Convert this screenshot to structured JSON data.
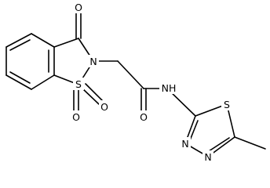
{
  "molecule": {
    "atom_labels": {
      "o_ketone": "O",
      "n_ring": "N",
      "s_sulfonyl": "S",
      "o_sulfonyl_1": "O",
      "o_sulfonyl_2": "O",
      "o_amide": "O",
      "n_amide": "N",
      "h_amide": "H",
      "s_thiadiazole": "S",
      "n_thiadiazole_1": "N",
      "n_thiadiazole_2": "N"
    }
  },
  "colors": {
    "bond": "#000000",
    "text": "#000000",
    "background": "#ffffff"
  }
}
